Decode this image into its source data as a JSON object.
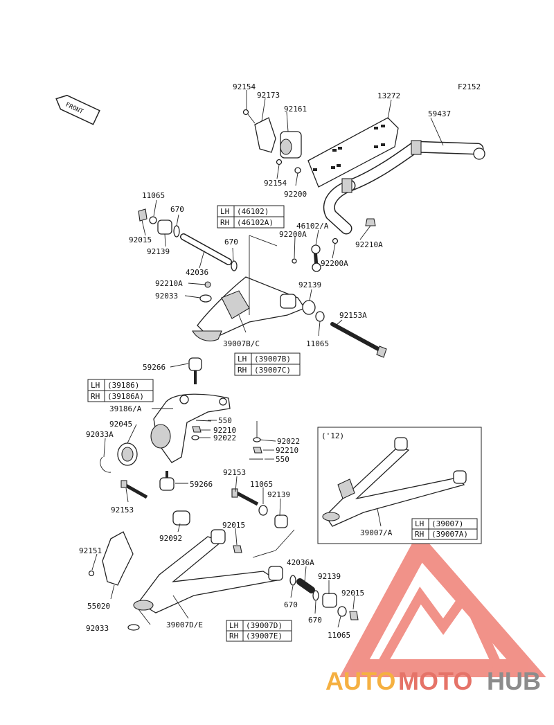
{
  "figure_code": "F2152",
  "front_arrow": "FRONT",
  "inset_label": "('12)",
  "watermark": {
    "auto": "AUTO",
    "moto": "MOTO",
    "hub": "HUB",
    "auto_color": "#f5b041",
    "moto_color": "#e57368",
    "hub_color": "#8c8c8c",
    "logo_color": "#ef7f75"
  },
  "callouts": [
    "92154",
    "92173",
    "92161",
    "13272",
    "59437",
    "92154",
    "92200",
    "11065",
    "670",
    "92015",
    "92139",
    "670",
    "42036",
    "46102/A",
    "92200A",
    "92210A",
    "92200A",
    "92210A",
    "92033",
    "92139",
    "92153A",
    "39007B/C",
    "11065",
    "59266",
    "39186/A",
    "92045",
    "92033A",
    "550",
    "92210",
    "92022",
    "92022",
    "92210",
    "550",
    "92153",
    "11065",
    "92139",
    "59266",
    "92153",
    "92092",
    "92015",
    "92151",
    "55020",
    "42036A",
    "92139",
    "92015",
    "670",
    "670",
    "11065",
    "92033",
    "39007D/E",
    "39007/A"
  ],
  "lh_rh_tables": [
    {
      "lh_label": "LH",
      "lh_part": "(46102)",
      "rh_label": "RH",
      "rh_part": "(46102A)"
    },
    {
      "lh_label": "LH",
      "lh_part": "(39007B)",
      "rh_label": "RH",
      "rh_part": "(39007C)"
    },
    {
      "lh_label": "LH",
      "lh_part": "(39186)",
      "rh_label": "RH",
      "rh_part": "(39186A)"
    },
    {
      "lh_label": "LH",
      "lh_part": "(39007)",
      "rh_label": "RH",
      "rh_part": "(39007A)"
    },
    {
      "lh_label": "LH",
      "lh_part": "(39007D)",
      "rh_label": "RH",
      "rh_part": "(39007E)"
    }
  ]
}
